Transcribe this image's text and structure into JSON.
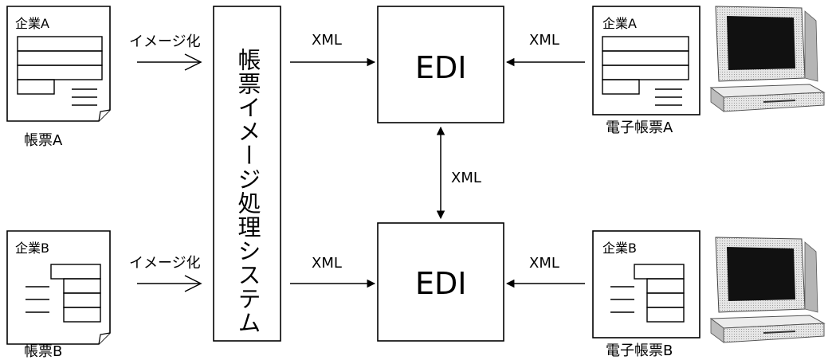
{
  "paper_forms": [
    {
      "company": "企業A",
      "caption": "帳票A",
      "arrow_label": "イメージ化",
      "layout": "form-a"
    },
    {
      "company": "企業B",
      "caption": "帳票B",
      "arrow_label": "イメージ化",
      "layout": "form-b"
    }
  ],
  "processor": {
    "title": "帳票イメージ処理システム"
  },
  "edi_nodes": [
    {
      "label": "EDI"
    },
    {
      "label": "EDI"
    }
  ],
  "xml_labels": {
    "processor_to_edi_top": "XML",
    "processor_to_edi_bottom": "XML",
    "client_to_edi_top": "XML",
    "client_to_edi_bottom": "XML",
    "edi_link": "XML"
  },
  "electronic_forms": [
    {
      "company": "企業A",
      "caption": "電子帳票A",
      "computer_icon": "desktop-computer-icon"
    },
    {
      "company": "企業B",
      "caption": "電子帳票B",
      "computer_icon": "desktop-computer-icon"
    }
  ],
  "colors": {
    "line": "#000000",
    "background": "#ffffff",
    "computer_screen": "#111111",
    "computer_body": "#d9d9d9"
  }
}
